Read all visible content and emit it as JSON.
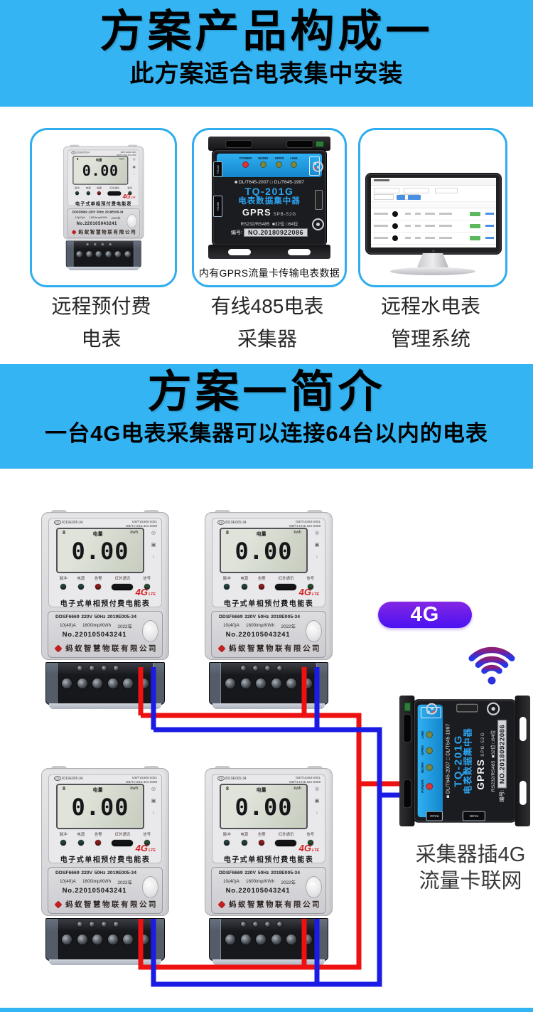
{
  "page": {
    "accent_blue": "#34b4f2"
  },
  "section1": {
    "title": "方案产品构成一",
    "subtitle": "此方案适合电表集中安装"
  },
  "section2": {
    "title": "方案一简介",
    "subtitle": "一台4G电表采集器可以连接64台以内的电表"
  },
  "cards": {
    "meter": {
      "label1": "远程预付费",
      "label2": "电表"
    },
    "collector": {
      "caption": "内有GPRS流量卡传输电表数据",
      "label1": "有线485电表",
      "label2": "采集器"
    },
    "monitor": {
      "label1": "远程水电表",
      "label2": "管理系统"
    }
  },
  "meter": {
    "cert_mark": "CE",
    "cert": "2019E005-34",
    "std1": "GB/T18460-2001",
    "std2": "GB/T17215.321-2008",
    "lcd_tag": "8",
    "lcd_label": "电量",
    "lcd_unit": "kwh",
    "lcd_value": "0.00",
    "side_icons": [
      "◎",
      "▣",
      "↓"
    ],
    "indicators": [
      "脉冲",
      "电源",
      "告警",
      "红外通讯",
      "信号"
    ],
    "radio": "4G",
    "radio_sub": "LTE",
    "name": "电子式单相预付费电能表",
    "model": "DDSF6669",
    "voltage": "220V",
    "freq": "50Hz",
    "cert2": "2019E005-34",
    "current": "10(40)A",
    "imp": "1600imp/KWh",
    "year": "2022年",
    "serial": "No.220105043241",
    "company": "蚂蚁智慧物联有限公司"
  },
  "collector": {
    "leds": [
      "POWER",
      "WORK",
      "GPRS",
      "LINK"
    ],
    "dc": "DC 9-36V",
    "std_a": "■ DL/T645-2007",
    "std_b": "□ DL/T645-1997",
    "model": "TQ-201G",
    "name": "电表数据集中器",
    "radio": "GPRS",
    "radio_model": "SPB-52G",
    "ports": "RS232/RS485",
    "bits": "■32位  □64位",
    "sn_label": "编号:",
    "sn": "NO.20180922086",
    "port1": "RS232",
    "port2": "RS485"
  },
  "diagram": {
    "badge": "4G",
    "caption1": "采集器插4G",
    "caption2": "流量卡联网",
    "wire_red": "#ee1111",
    "wire_blue": "#1b1be6"
  }
}
